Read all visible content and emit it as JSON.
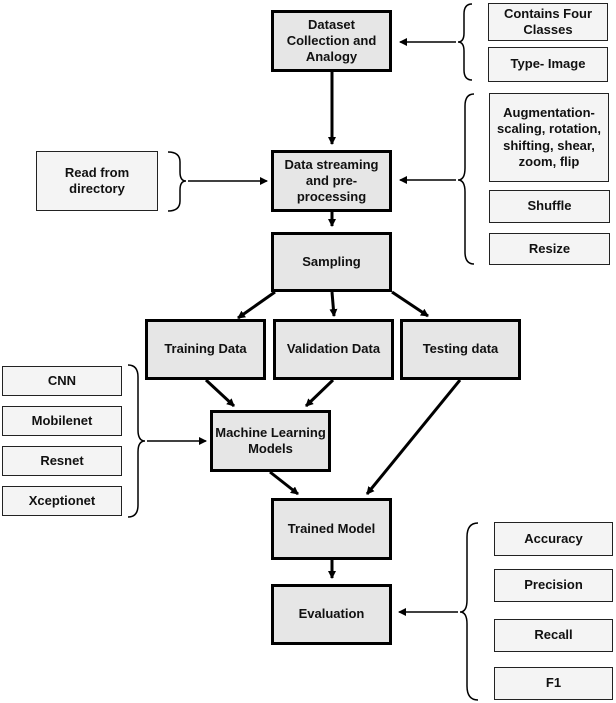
{
  "main_steps": {
    "dataset": "Dataset Collection and Analogy",
    "streaming": "Data streaming and pre-processing",
    "sampling": "Sampling",
    "training": "Training Data",
    "validation": "Validation Data",
    "testing": "Testing data",
    "models": "Machine Learning Models",
    "trained": "Trained Model",
    "evaluation": "Evaluation"
  },
  "dataset_notes": [
    "Contains Four Classes",
    "Type- Image"
  ],
  "read_source": "Read from directory",
  "preprocessing_notes": [
    "Augmentation- scaling, rotation, shifting, shear, zoom, flip",
    "Shuffle",
    "Resize"
  ],
  "model_list": [
    "CNN",
    "Mobilenet",
    "Resnet",
    "Xceptionet"
  ],
  "metrics": [
    "Accuracy",
    "Precision",
    "Recall",
    "F1"
  ]
}
